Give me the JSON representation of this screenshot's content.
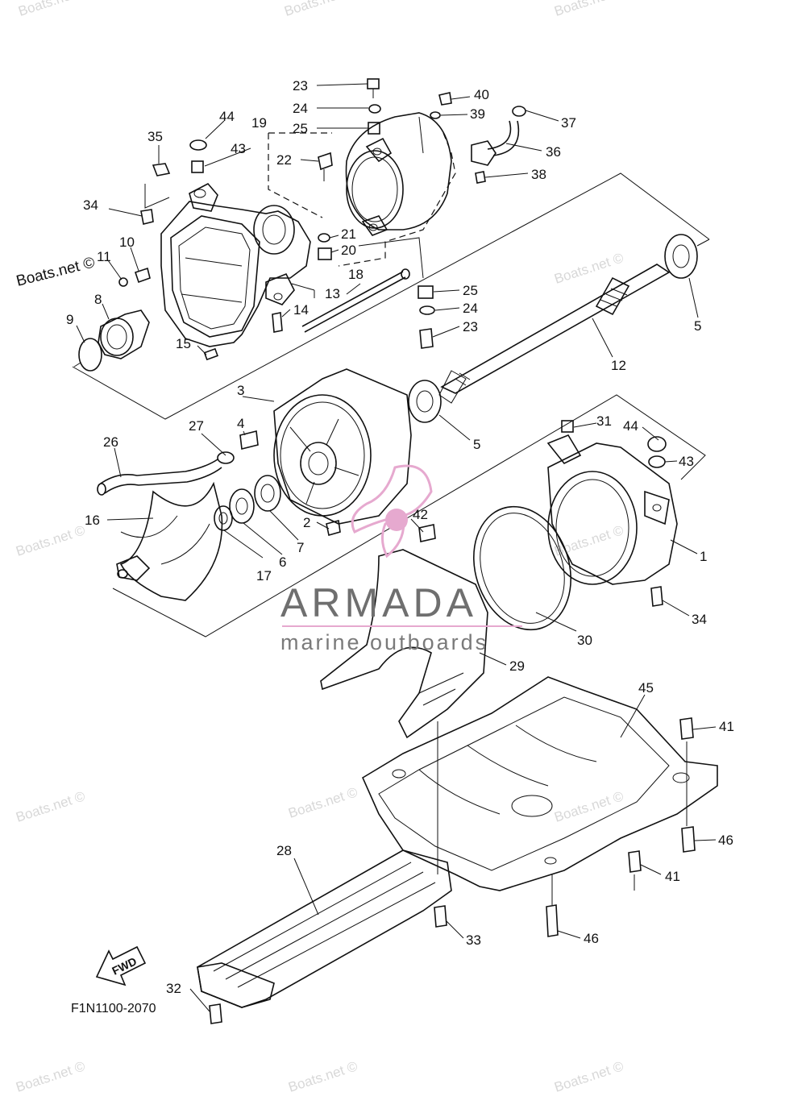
{
  "diagram": {
    "figure_code": "F1N1100-2070",
    "fwd_label": "FWD",
    "brand_name": "ARMADA",
    "brand_tagline": "marine outboards",
    "watermark": "Boats.net ©",
    "bold_watermark": "Boats.net ©",
    "callouts": [
      "1",
      "2",
      "3",
      "4",
      "5",
      "5",
      "6",
      "7",
      "8",
      "9",
      "10",
      "11",
      "12",
      "13",
      "14",
      "15",
      "16",
      "17",
      "18",
      "19",
      "20",
      "21",
      "22",
      "23",
      "23",
      "24",
      "24",
      "25",
      "25",
      "26",
      "27",
      "28",
      "29",
      "30",
      "31",
      "32",
      "33",
      "34",
      "34",
      "35",
      "36",
      "37",
      "38",
      "39",
      "40",
      "41",
      "41",
      "42",
      "43",
      "43",
      "44",
      "44",
      "45",
      "46",
      "46"
    ]
  }
}
